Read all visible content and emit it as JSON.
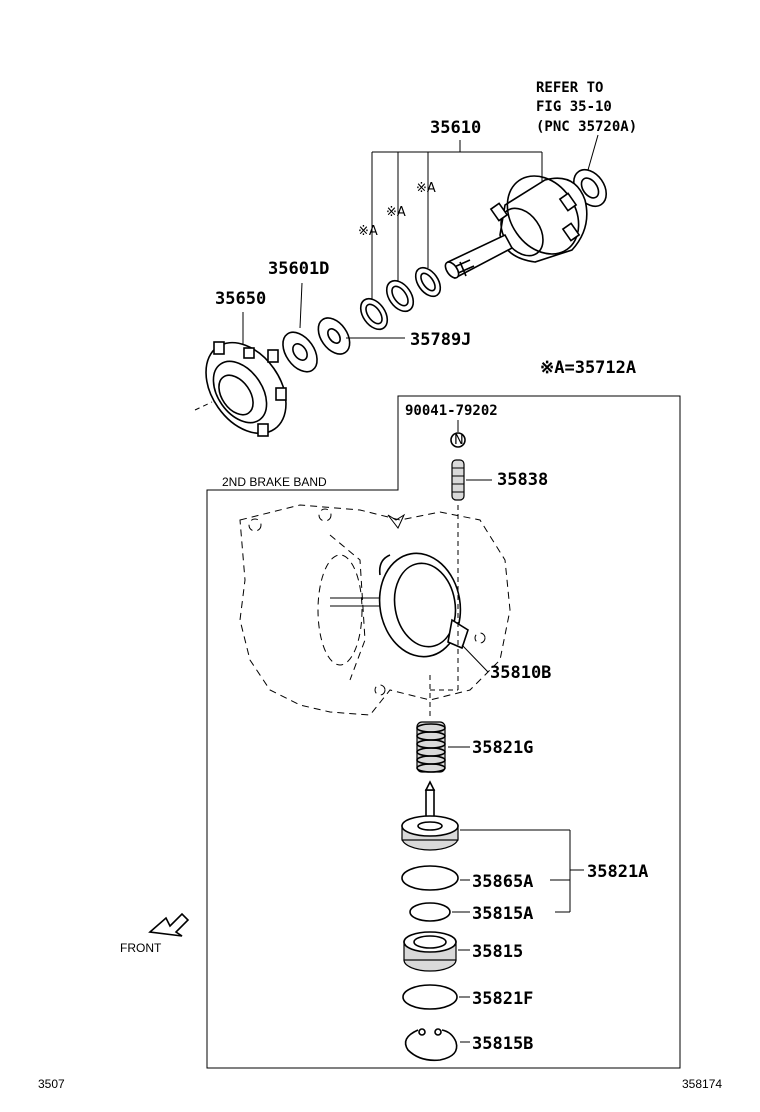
{
  "refer_note": {
    "line1": "REFER TO",
    "line2": "FIG 35-10",
    "line3": "(PNC 35720A)"
  },
  "labels": {
    "p35610": "35610",
    "p35601D": "35601D",
    "p35650": "35650",
    "p35789J": "35789J",
    "p35712A": "※A=35712A",
    "markA": "※A",
    "p90041": "90041-79202",
    "p35838": "35838",
    "band_title": "2ND  BRAKE  BAND",
    "p35810B": "35810B",
    "p35821G": "35821G",
    "p35821A": "35821A",
    "p35865A": "35865A",
    "p35815A": "35815A",
    "p35815": "35815",
    "p35821F": "35821F",
    "p35815B": "35815B",
    "front": "FRONT",
    "n_marker": "N"
  },
  "footer": {
    "left": "3507",
    "right": "358174"
  }
}
